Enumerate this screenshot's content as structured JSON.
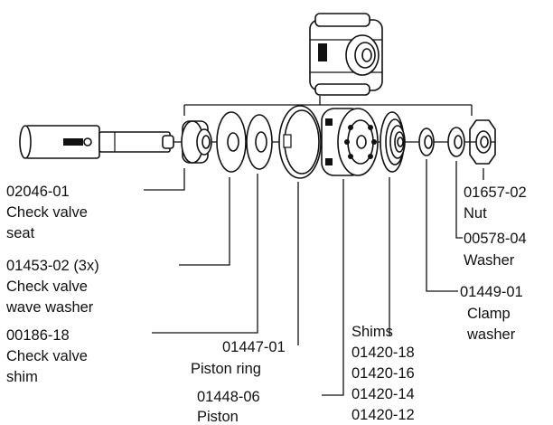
{
  "callouts": {
    "seat": {
      "part_no": "02046-01",
      "line1": "Check valve",
      "line2": "seat"
    },
    "wave": {
      "part_no": "01453-02 (3x)",
      "line1": "Check valve",
      "line2": "wave washer"
    },
    "shim": {
      "part_no": "00186-18",
      "line1": "Check valve",
      "line2": "shim"
    },
    "ring": {
      "part_no": "01447-01",
      "line1": "Piston ring"
    },
    "piston": {
      "part_no": "01448-06",
      "line1": "Piston"
    },
    "shims": {
      "title": "Shims",
      "values": [
        "01420-18",
        "01420-16",
        "01420-14",
        "01420-12"
      ]
    },
    "clamp": {
      "part_no": "01449-01",
      "line1": "Clamp",
      "line2": "washer"
    },
    "washer": {
      "part_no": "00578-04",
      "line1": "Washer"
    },
    "nut": {
      "part_no": "01657-02",
      "line1": "Nut"
    }
  }
}
